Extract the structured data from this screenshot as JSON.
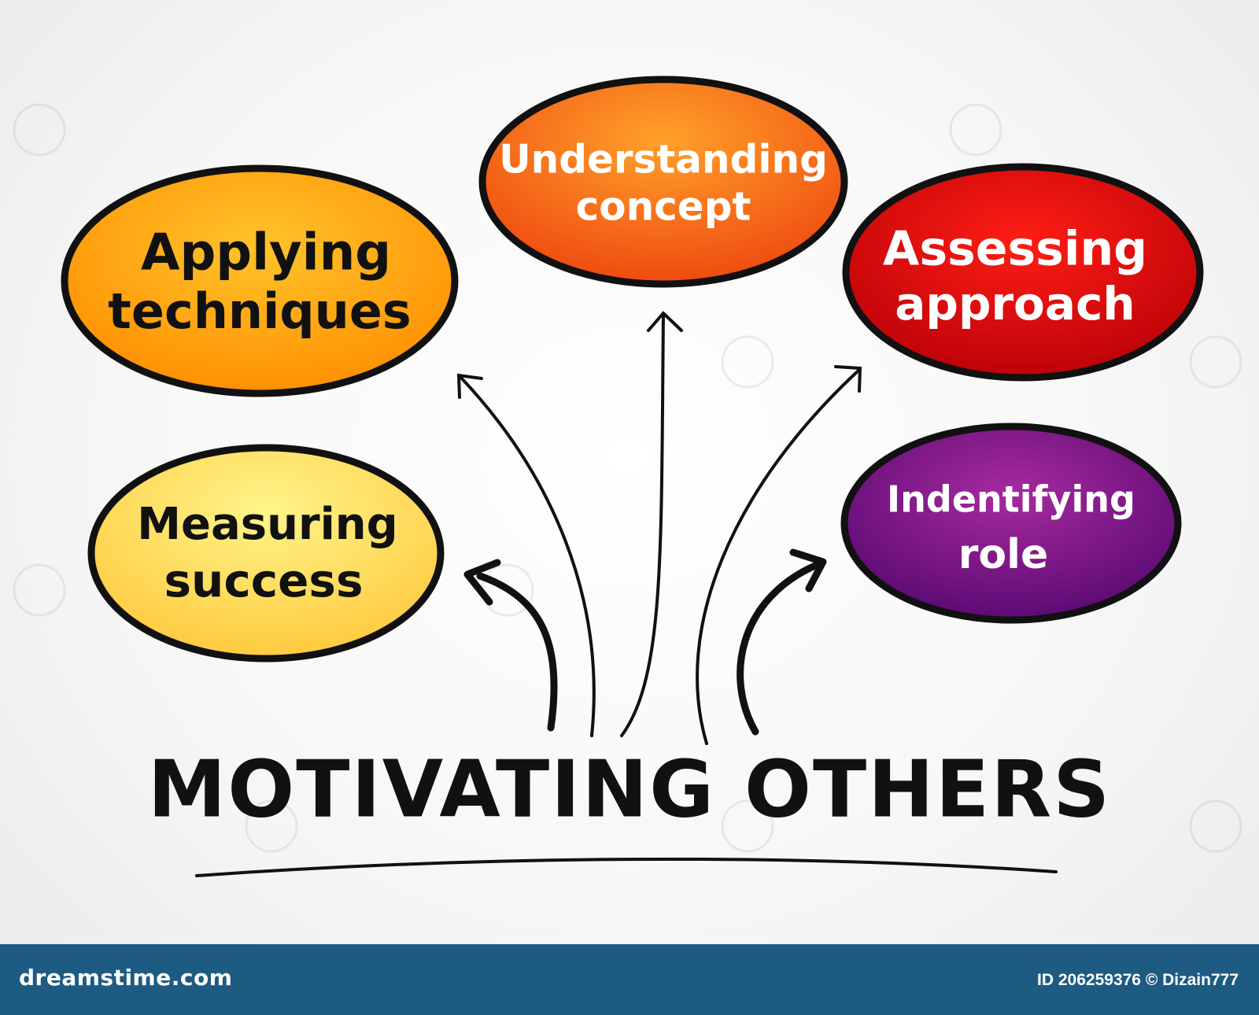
{
  "title": "MOTIVATING OTHERS",
  "nodes": [
    {
      "id": "understanding-concept",
      "lines": [
        "Understanding",
        "concept"
      ],
      "color_top": "#ff8a1c",
      "color_bottom": "#f0480f",
      "text_color": "#ffffff"
    },
    {
      "id": "applying-techniques",
      "lines": [
        "Applying",
        "techniques"
      ],
      "color_top": "#ffbf1f",
      "color_bottom": "#ff8a00",
      "text_color": "#111111"
    },
    {
      "id": "assessing-approach",
      "lines": [
        "Assessing",
        "approach"
      ],
      "color_top": "#ff1a10",
      "color_bottom": "#c40008",
      "text_color": "#ffffff"
    },
    {
      "id": "measuring-success",
      "lines": [
        "Measuring",
        "success"
      ],
      "color_top": "#fff27a",
      "color_bottom": "#ffc53a",
      "text_color": "#111111"
    },
    {
      "id": "identifying-role",
      "lines": [
        "Indentifying",
        "role"
      ],
      "color_top": "#a3289e",
      "color_bottom": "#5c0a73",
      "text_color": "#ffffff"
    }
  ],
  "footer": {
    "brand": "dreamstime.com",
    "credit": "ID 206259376 © Dizain777"
  },
  "watermark": "dreamstime"
}
